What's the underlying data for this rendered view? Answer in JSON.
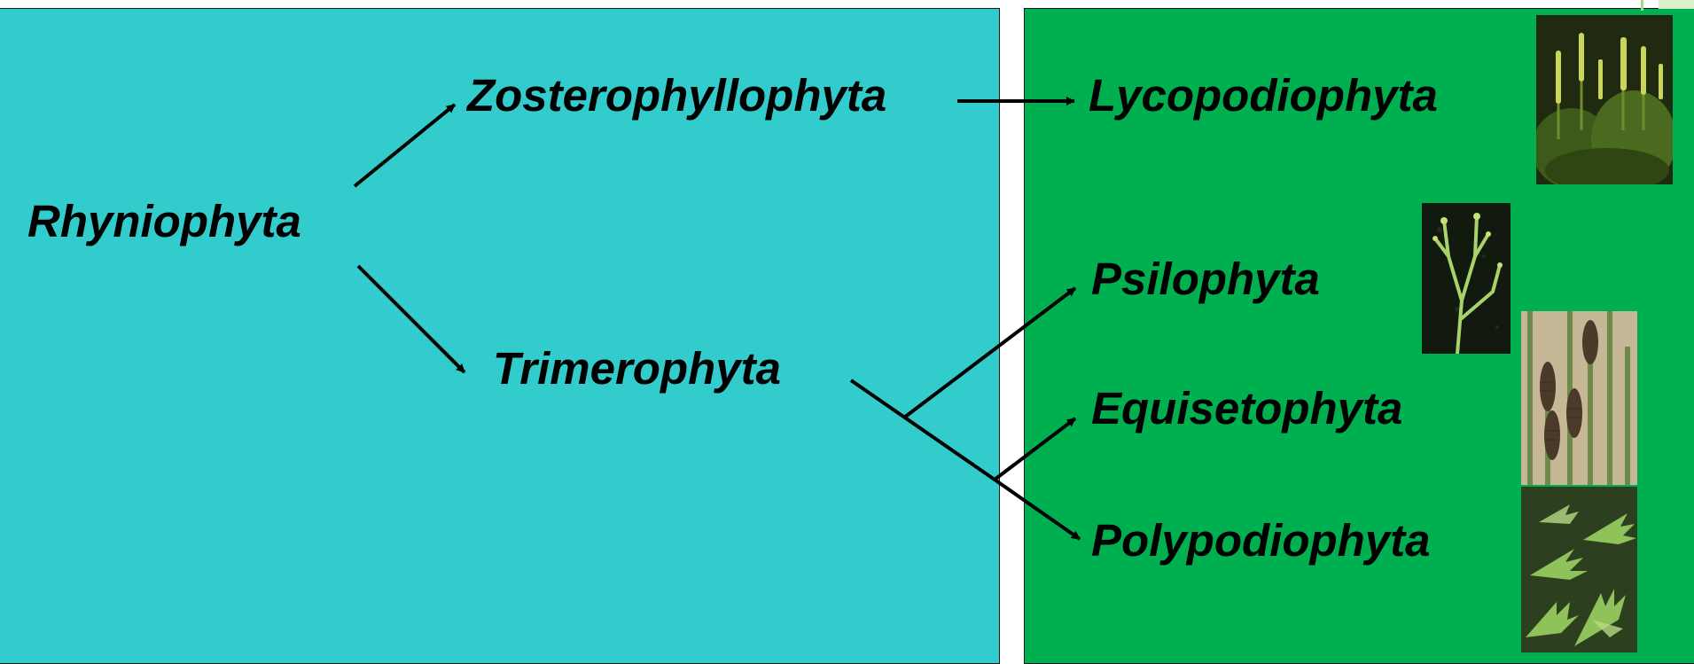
{
  "colors": {
    "left_panel": "#33cccc",
    "right_panel": "#00b050",
    "arrow": "#000000",
    "text": "#000000"
  },
  "diagram": {
    "nodes": {
      "rhyniophyta": "Rhyniophyta",
      "zosterophyllophyta": "Zosterophyllophyta",
      "trimerophyta": "Trimerophyta",
      "lycopodiophyta": "Lycopodiophyta",
      "psilophyta": "Psilophyta",
      "equisetophyta": "Equisetophyta",
      "polypodiophyta": "Polypodiophyta"
    },
    "edges": [
      [
        "rhyniophyta",
        "zosterophyllophyta"
      ],
      [
        "rhyniophyta",
        "trimerophyta"
      ],
      [
        "zosterophyllophyta",
        "lycopodiophyta"
      ],
      [
        "trimerophyta",
        "psilophyta"
      ],
      [
        "trimerophyta",
        "equisetophyta"
      ],
      [
        "trimerophyta",
        "polypodiophyta"
      ]
    ]
  },
  "photos": [
    {
      "name": "clubmoss-photo",
      "icon": "clubmoss"
    },
    {
      "name": "whisk-fern-photo",
      "icon": "whisk-fern"
    },
    {
      "name": "horsetail-photo",
      "icon": "horsetail"
    },
    {
      "name": "fern-photo",
      "icon": "fern"
    }
  ]
}
